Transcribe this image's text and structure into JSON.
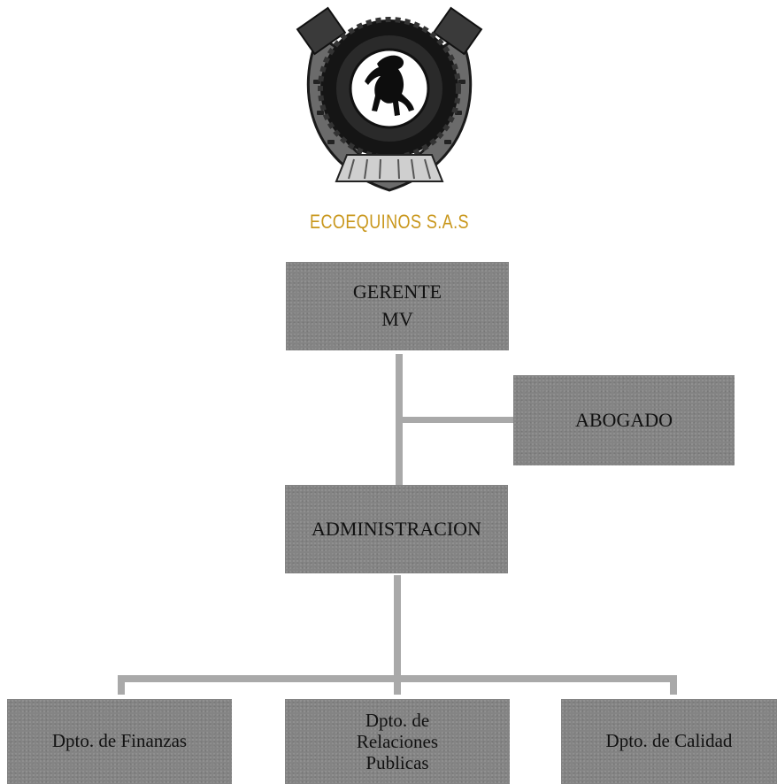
{
  "logo": {
    "brand_name": "ECOEQUINOS S.A.S",
    "icon": "horseshoe-tire-horse-logo",
    "brand_color": "#c9971c"
  },
  "org_chart": {
    "box_color": "#848484",
    "connector_color": "#a9a9a9",
    "gerente": "GERENTE MV",
    "abogado": "ABOGADO",
    "administracion": "ADMINISTRACION",
    "departments": [
      "Dpto. de Finanzas",
      "Dpto. de Relaciones Publicas",
      "Dpto. de Calidad"
    ]
  }
}
